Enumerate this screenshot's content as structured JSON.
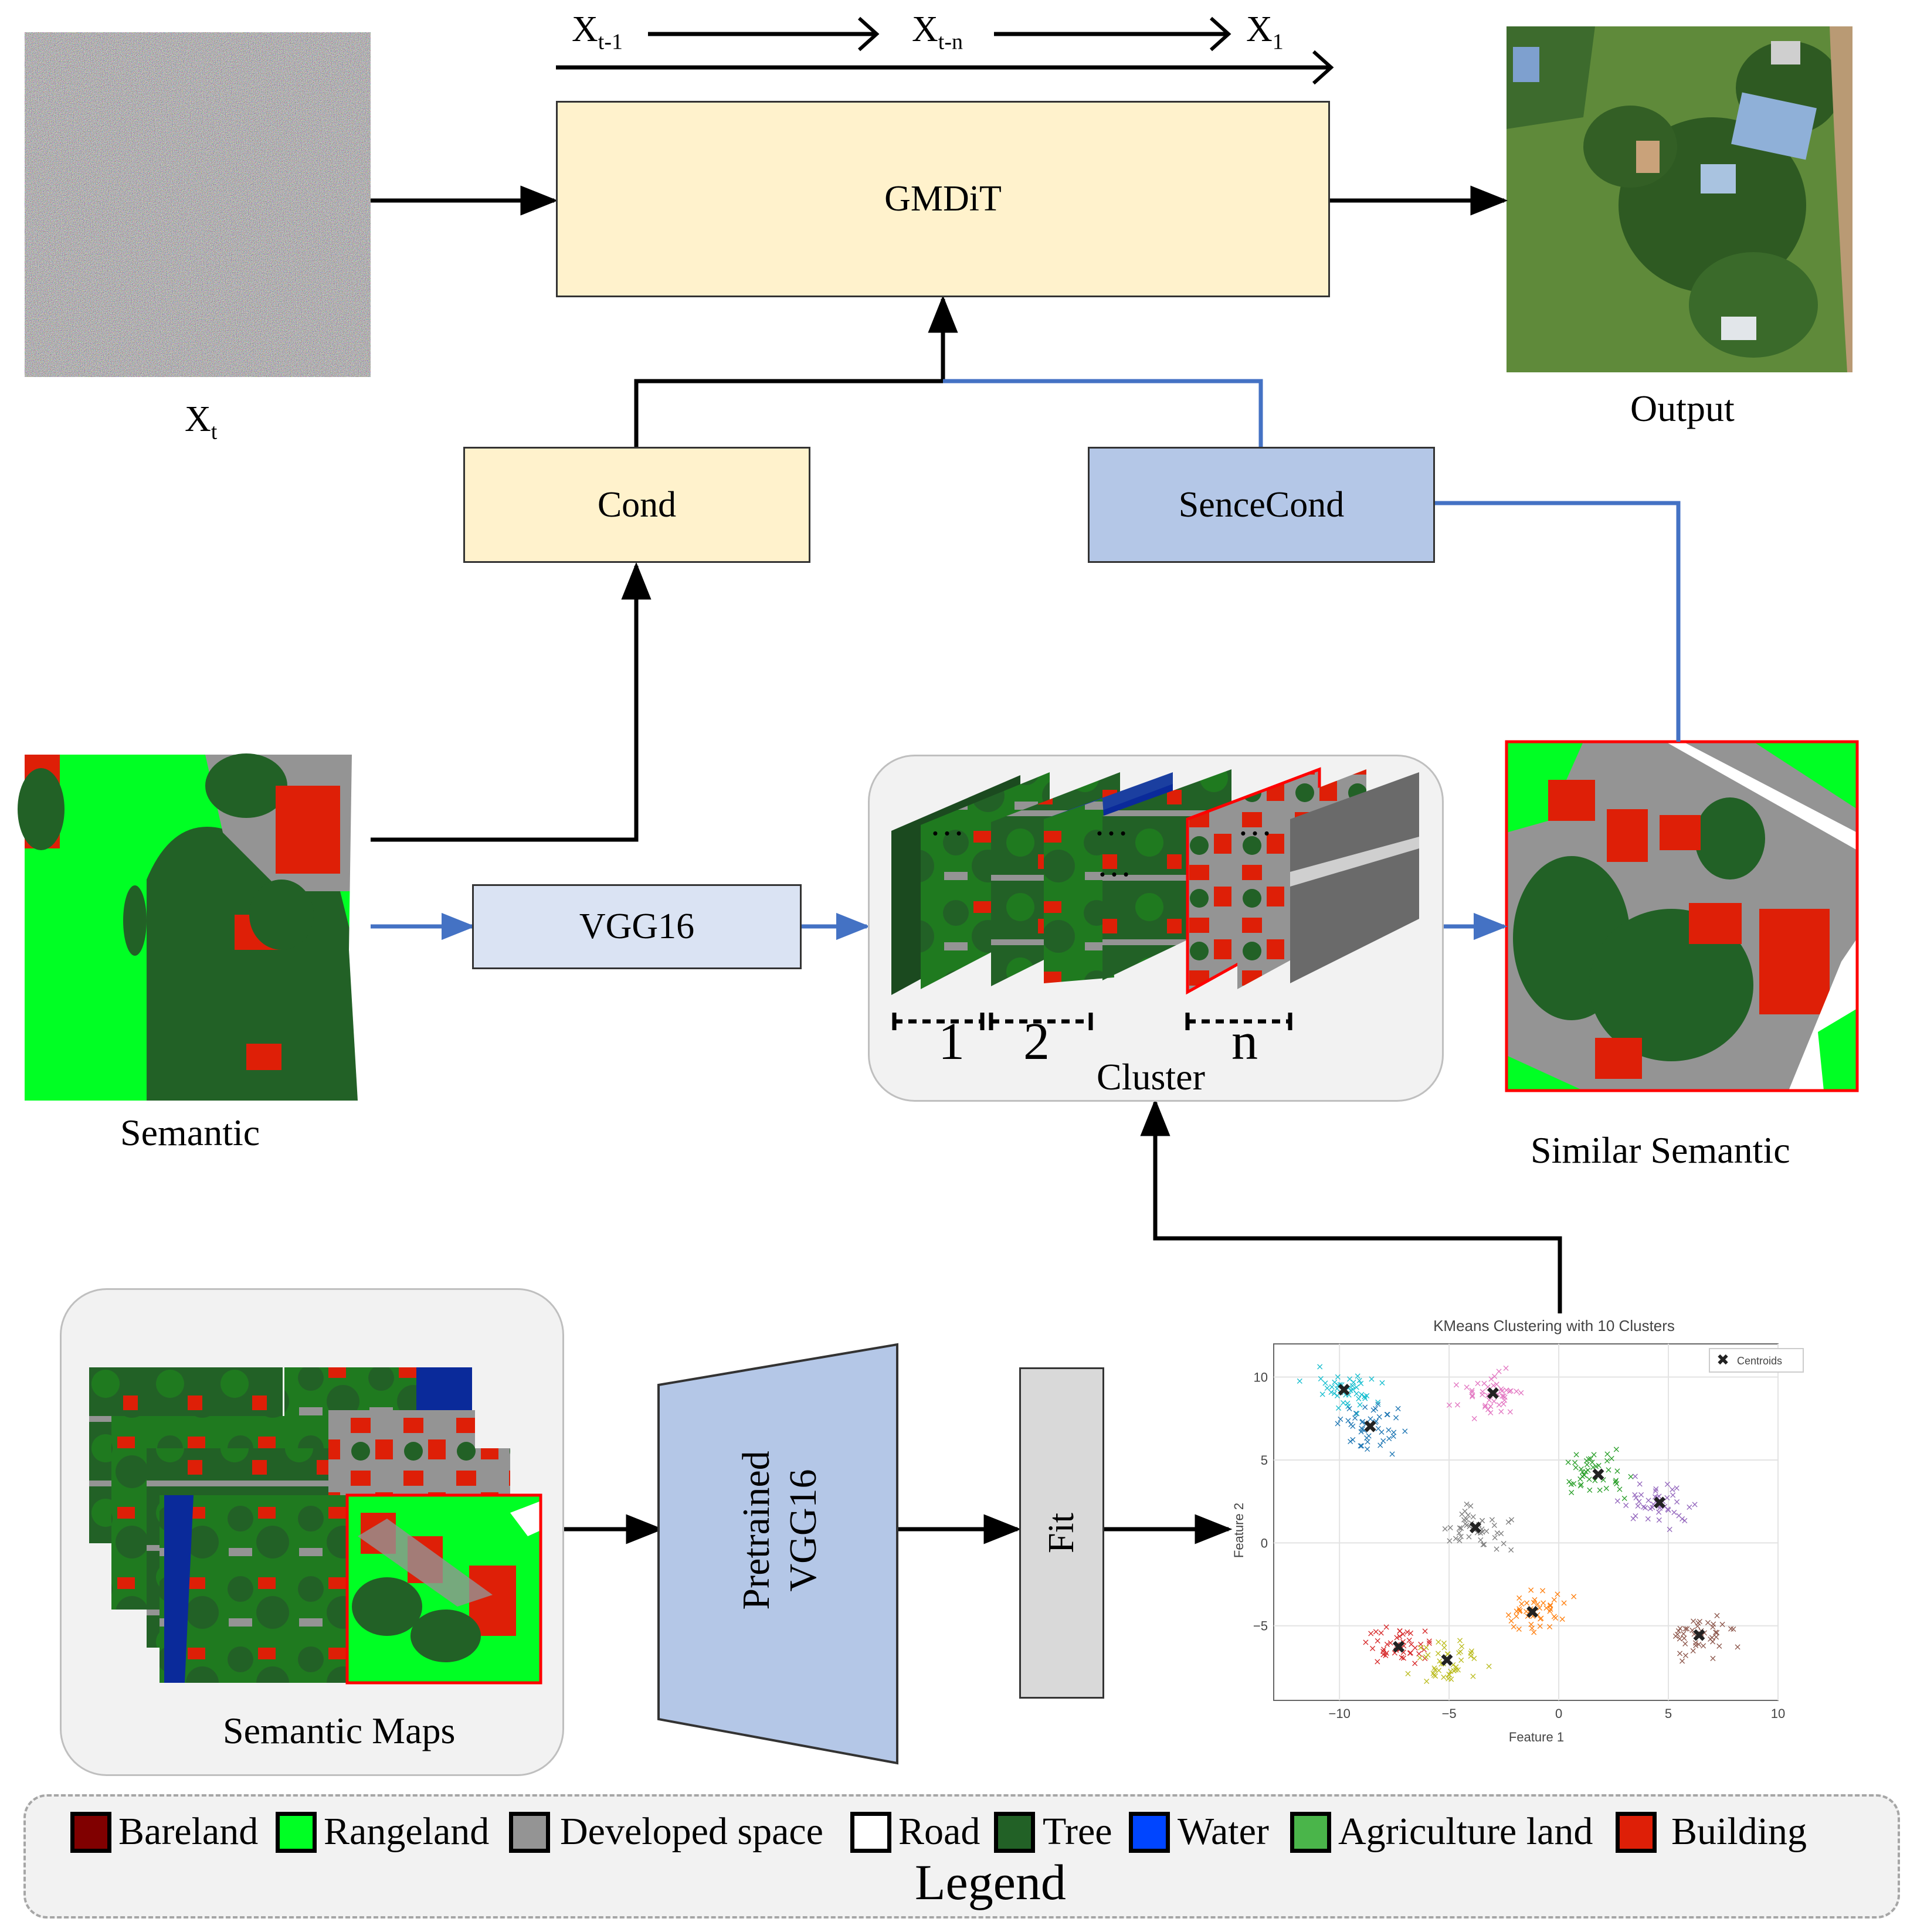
{
  "labels": {
    "xt_top": "X",
    "xt_top_sub": "t-1",
    "xtn": "X",
    "xtn_sub": "t-n",
    "x1": "X",
    "x1_sub": "1",
    "xt": "X",
    "xt_sub": "t",
    "output": "Output",
    "semantic": "Semantic",
    "similar_semantic": "Similar Semantic",
    "semantic_maps": "Semantic Maps",
    "cluster": "Cluster",
    "cluster_1": "1",
    "cluster_2": "2",
    "cluster_n": "n",
    "dots": "…"
  },
  "blocks": {
    "gmdit": "GMDiT",
    "cond": "Cond",
    "scenecond": "SenceCond",
    "vgg16": "VGG16",
    "pretrained_l1": "Pretrained",
    "pretrained_l2": "VGG16",
    "fit": "Fit"
  },
  "legend": {
    "title": "Legend",
    "items": [
      {
        "label": "Bareland",
        "color": "#800000"
      },
      {
        "label": "Rangeland",
        "color": "#00ff24"
      },
      {
        "label": "Developed space",
        "color": "#949494"
      },
      {
        "label": "Road",
        "color": "#ffffff"
      },
      {
        "label": "Tree",
        "color": "#226126"
      },
      {
        "label": "Water",
        "color": "#0045ff"
      },
      {
        "label": "Agriculture land",
        "color": "#4ab54a"
      },
      {
        "label": "Building",
        "color": "#de1f07"
      }
    ]
  },
  "colors": {
    "black_arrow": "#000000",
    "blue_arrow": "#4472c4",
    "box_yellow": "#fff2cc",
    "box_blue": "#b4c7e7"
  },
  "chart_data": {
    "type": "scatter",
    "title": "KMeans Clustering with 10 Clusters",
    "xlabel": "Feature 1",
    "ylabel": "Feature 2",
    "legend": [
      "Centroids"
    ],
    "legend_position": "top-right",
    "xticks": [
      "−10",
      "−5",
      "0",
      "5",
      "10"
    ],
    "yticks": [
      "10",
      "5",
      "0",
      "−5"
    ],
    "xlim": [
      -13,
      10
    ],
    "ylim": [
      -9.5,
      12
    ],
    "grid": true,
    "clusters": [
      {
        "color": "#17becf",
        "centroid": [
          -9.8,
          9.2
        ]
      },
      {
        "color": "#1f77b4",
        "centroid": [
          -8.6,
          7.0
        ]
      },
      {
        "color": "#e377c2",
        "centroid": [
          -3.0,
          9.0
        ]
      },
      {
        "color": "#2ca02c",
        "centroid": [
          1.8,
          4.1
        ]
      },
      {
        "color": "#9467bd",
        "centroid": [
          4.6,
          2.4
        ]
      },
      {
        "color": "#7f7f7f",
        "centroid": [
          -3.8,
          0.9
        ]
      },
      {
        "color": "#ff7f0e",
        "centroid": [
          -1.2,
          -4.2
        ]
      },
      {
        "color": "#d62728",
        "centroid": [
          -7.3,
          -6.3
        ]
      },
      {
        "color": "#bcbd22",
        "centroid": [
          -5.1,
          -7.1
        ]
      },
      {
        "color": "#8c564b",
        "centroid": [
          6.4,
          -5.6
        ]
      }
    ]
  }
}
